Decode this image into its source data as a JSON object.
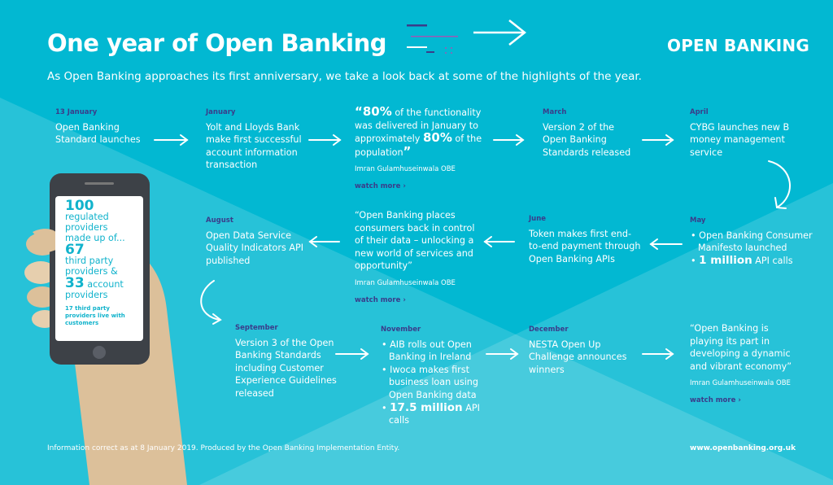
{
  "header": {
    "title": "One year of Open Banking",
    "subtitle": "As Open Banking approaches its first anniversary, we take a look back at some of the highlights of the year.",
    "logo": "OPEN BANKING"
  },
  "colors": {
    "background": "#02b8d2",
    "date_label": "#3a3c8a",
    "text": "#ffffff",
    "phone_text": "#11b3cc",
    "hand": "#dcc09a",
    "phone_body": "#3d4147"
  },
  "timeline": {
    "jan13": {
      "date": "13 January",
      "text": "Open Banking Standard launches"
    },
    "jan": {
      "date": "January",
      "text": "Yolt and Lloyds Bank make first successful account information transaction"
    },
    "quote1": {
      "open": "“",
      "pct1": "80%",
      "t1": " of the functionality was delivered in January to approximately ",
      "pct2": "80%",
      "t2": " of the population",
      "close": "”",
      "author": "Imran Gulamhuseinwala OBE",
      "link": "watch more ›"
    },
    "mar": {
      "date": "March",
      "text": "Version 2 of the Open Banking Standards released"
    },
    "apr": {
      "date": "April",
      "text": "CYBG launches new B money management service"
    },
    "may": {
      "date": "May",
      "b1": "• Open Banking Consumer Manifesto launched",
      "b2_big": "1 million",
      "b2_rest": " API calls",
      "bullet": "• "
    },
    "jun": {
      "date": "June",
      "text": "Token makes first end-to-end payment through Open Banking APIs"
    },
    "quote2": {
      "text": "“Open Banking places consumers back in control of their data – unlocking a new world of services and opportunity”",
      "author": "Imran Gulamhuseinwala OBE",
      "link": "watch more ›"
    },
    "aug": {
      "date": "August",
      "text": "Open Data Service Quality Indicators API published"
    },
    "sep": {
      "date": "September",
      "text": "Version 3 of the Open Banking Standards including Customer Experience Guidelines released"
    },
    "nov": {
      "date": "November",
      "b1": "• AIB rolls out Open Banking in Ireland",
      "b2": "• Iwoca makes first business loan using Open Banking data",
      "b3_big": "17.5 million",
      "b3_rest": " API calls",
      "bullet": "• "
    },
    "dec": {
      "date": "December",
      "text": "NESTA Open Up Challenge announces winners"
    },
    "quote3": {
      "text": "“Open Banking is playing its part in developing a dynamic and vibrant economy”",
      "author": "Imran Gulamhuseinwala OBE",
      "link": "watch more ›"
    }
  },
  "phone": {
    "n1": "100",
    "t1": "regulated providers made up of...",
    "n2": "67",
    "t2": "third party providers &",
    "n3": "33",
    "t3": " account providers",
    "small": "17 third party providers live with customers"
  },
  "footer": {
    "note": "Information correct as at 8 January 2019. Produced by the Open Banking Implementation Entity.",
    "url": "www.openbanking.org.uk"
  }
}
